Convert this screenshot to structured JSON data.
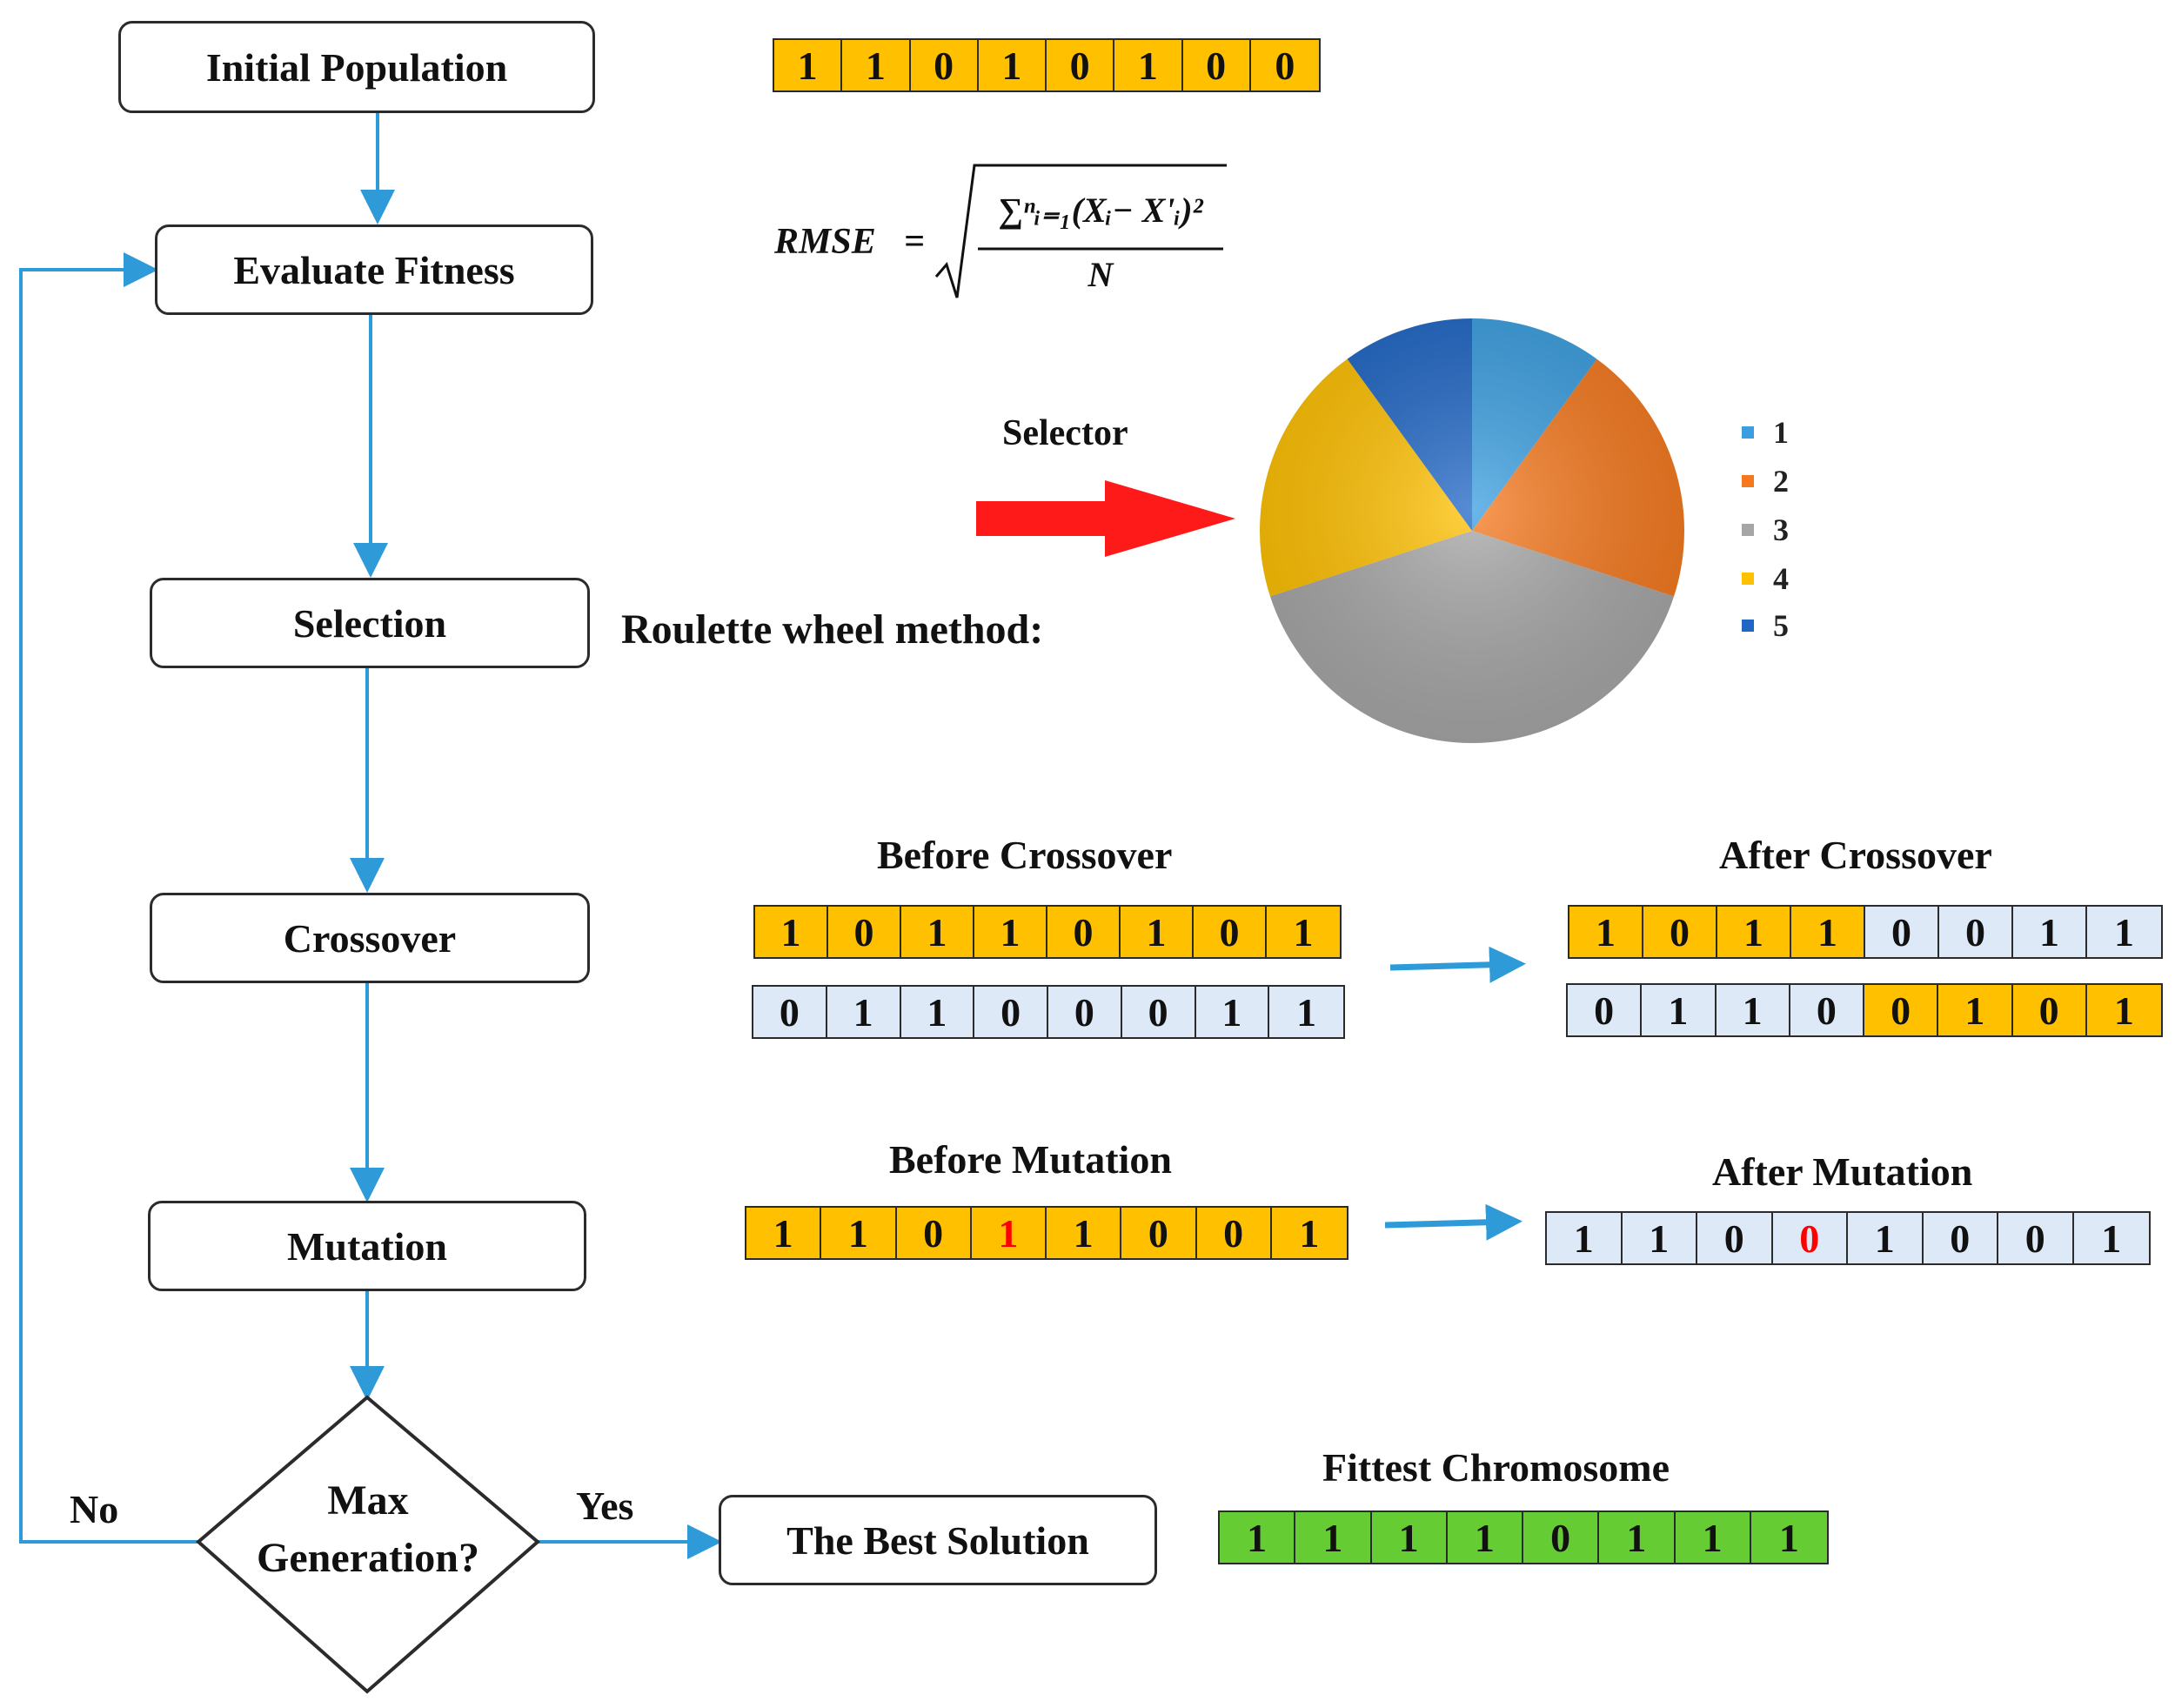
{
  "flow": {
    "initial_population": "Initial Population",
    "evaluate_fitness": "Evaluate Fitness",
    "selection": "Selection",
    "crossover": "Crossover",
    "mutation": "Mutation",
    "decision_line1": "Max",
    "decision_line2": "Generation?",
    "no_label": "No",
    "yes_label": "Yes",
    "best_solution": "The Best Solution"
  },
  "formula": {
    "lhs": "RMSE",
    "eq": "=",
    "numerator": "∑ⁿᵢ₌₁(Xᵢ− X'ᵢ)²",
    "denominator": "N"
  },
  "selection_panel": {
    "selector_label": "Selector",
    "method_label": "Roulette wheel method:"
  },
  "pie": {
    "slices": [
      {
        "label": "1",
        "value": 10,
        "color": "#3a9ee0"
      },
      {
        "label": "2",
        "value": 20,
        "color": "#f5781d"
      },
      {
        "label": "3",
        "value": 40,
        "color": "#a6a6a6"
      },
      {
        "label": "4",
        "value": 20,
        "color": "#ffc000"
      },
      {
        "label": "5",
        "value": 10,
        "color": "#1f66c5"
      }
    ]
  },
  "chromosomes": {
    "initial": {
      "bits": [
        "1",
        "1",
        "0",
        "1",
        "0",
        "1",
        "0",
        "0"
      ]
    },
    "before_crossover_title": "Before Crossover",
    "after_crossover_title": "After Crossover",
    "before_crossover_a": {
      "bits": [
        "1",
        "0",
        "1",
        "1",
        "0",
        "1",
        "0",
        "1"
      ]
    },
    "before_crossover_b": {
      "bits": [
        "0",
        "1",
        "1",
        "0",
        "0",
        "0",
        "1",
        "1"
      ]
    },
    "after_crossover_a": {
      "bits": [
        "1",
        "0",
        "1",
        "1",
        "0",
        "0",
        "1",
        "1"
      ]
    },
    "after_crossover_b": {
      "bits": [
        "0",
        "1",
        "1",
        "0",
        "0",
        "1",
        "0",
        "1"
      ]
    },
    "before_mutation_title": "Before Mutation",
    "after_mutation_title": "After Mutation",
    "before_mutation": {
      "bits": [
        "1",
        "1",
        "0",
        "1",
        "1",
        "0",
        "0",
        "1"
      ],
      "highlight_index": 3
    },
    "after_mutation": {
      "bits": [
        "1",
        "1",
        "0",
        "0",
        "1",
        "0",
        "0",
        "1"
      ],
      "highlight_index": 3
    },
    "fittest_title": "Fittest Chromosome",
    "fittest": {
      "bits": [
        "1",
        "1",
        "1",
        "1",
        "0",
        "1",
        "1",
        "1"
      ]
    }
  },
  "colors": {
    "arrow_blue": "#2e9ad8",
    "selector_red": "#ff1a1a",
    "orange_cell": "#ffc000",
    "blue_cell": "#dde9f6",
    "green_cell": "#66cc33",
    "mutated_bit": "#ff0000"
  }
}
